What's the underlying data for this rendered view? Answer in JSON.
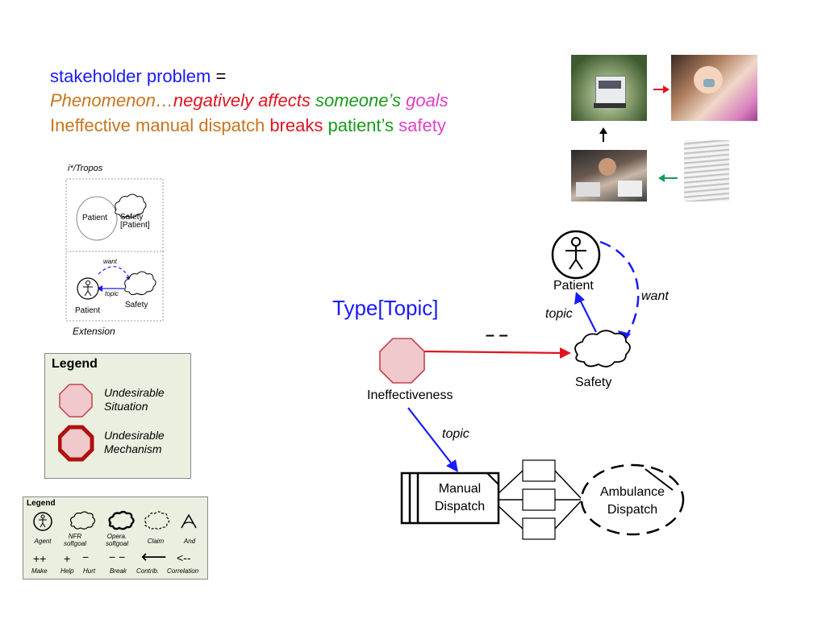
{
  "headline": {
    "line1": {
      "a": "stakeholder problem",
      "b": " ="
    },
    "line2": {
      "a": "Phenomenon…",
      "b": "negatively affects",
      "c": " someone’s",
      "d": " goals"
    },
    "line3": {
      "a": "Ineffective manual dispatch",
      "b": " breaks",
      "c": " patient’s",
      "d": " safety"
    }
  },
  "colors": {
    "blue": "#1a1aff",
    "orange": "#c8741e",
    "red": "#e0141e",
    "green": "#1a9a1a",
    "magenta": "#e040c8",
    "dark_red": "#b01010",
    "octagon_fill": "#efc9cb",
    "legend_bg": "#ebefdf"
  },
  "istar_panel": {
    "title": "i*/Tropos",
    "top": {
      "actor": "Patient",
      "softgoal": "Safety\n[Patient]"
    },
    "bottom": {
      "want": "want",
      "topic": "topic",
      "actor": "Patient",
      "softgoal": "Safety"
    },
    "footer": "Extension"
  },
  "legend1": {
    "title": "Legend",
    "items": [
      "Undesirable\nSituation",
      "Undesirable\nMechanism"
    ]
  },
  "legend2": {
    "title": "Legend",
    "symbols": [
      {
        "icon": "agent-icon",
        "label": "Agent"
      },
      {
        "icon": "nfr-softgoal-icon",
        "label": "NFR\nsoftgoal"
      },
      {
        "icon": "opera-softgoal-icon",
        "label": "Opera.\nsoftgoal"
      },
      {
        "icon": "claim-icon",
        "label": "Claim"
      },
      {
        "icon": "and-icon",
        "label": "And"
      }
    ],
    "links": [
      {
        "symbol": "++",
        "label": "Make"
      },
      {
        "symbol": "+",
        "label": "Help"
      },
      {
        "symbol": "−",
        "label": "Hurt"
      },
      {
        "symbol": "− −",
        "label": "Break"
      },
      {
        "symbol": "⟵",
        "label": "Contrib."
      },
      {
        "symbol": "<--",
        "label": "Correlation"
      }
    ]
  },
  "main_diagram": {
    "type_label": "Type[Topic]",
    "break_symbol": "– –",
    "ineffectiveness": "Ineffectiveness",
    "safety": "Safety",
    "patient": "Patient",
    "want": "want",
    "topic_upper": "topic",
    "topic_lower": "topic",
    "manual_dispatch": "Manual\nDispatch",
    "ambulance_dispatch": "Ambulance\nDispatch"
  },
  "photos": [
    "ambulance-photo",
    "patient-photo",
    "dispatcher-photo",
    "paper-stack-photo"
  ]
}
